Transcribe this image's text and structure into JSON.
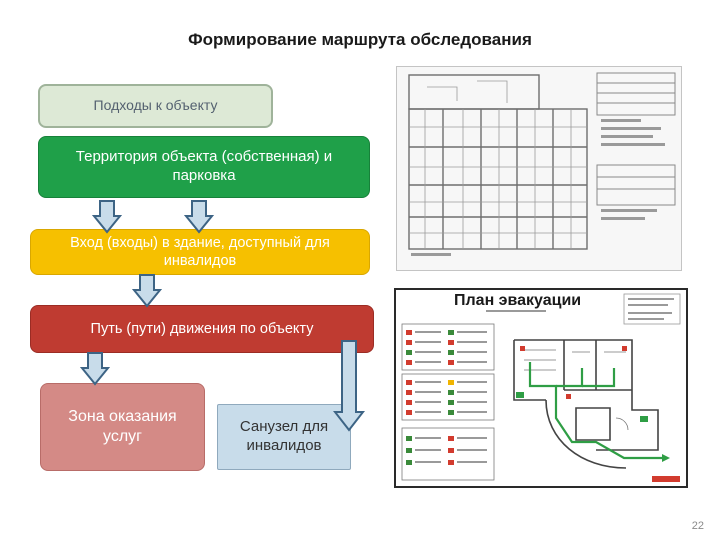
{
  "slide": {
    "title": "Формирование маршрута обследования",
    "page_number": "22"
  },
  "flow": {
    "approach": "Подходы к объекту",
    "territory": "Территория объекта (собственная) и парковка",
    "entrance": "Вход (входы) в здание, доступный для инвалидов",
    "path": "Путь (пути) движения по объекту",
    "service_zone": "Зона оказания услуг",
    "restroom": "Санузел для инвалидов"
  },
  "evacuation_plan": {
    "title": "План эвакуации"
  },
  "colors": {
    "approach": "#dde9d6",
    "territory": "#1fa049",
    "entrance": "#f6c000",
    "path": "#bf3b31",
    "service_zone": "#d48a86",
    "restroom": "#c8dcea",
    "arrow_fill": "#c8dcea",
    "arrow_stroke": "#3d6485"
  }
}
